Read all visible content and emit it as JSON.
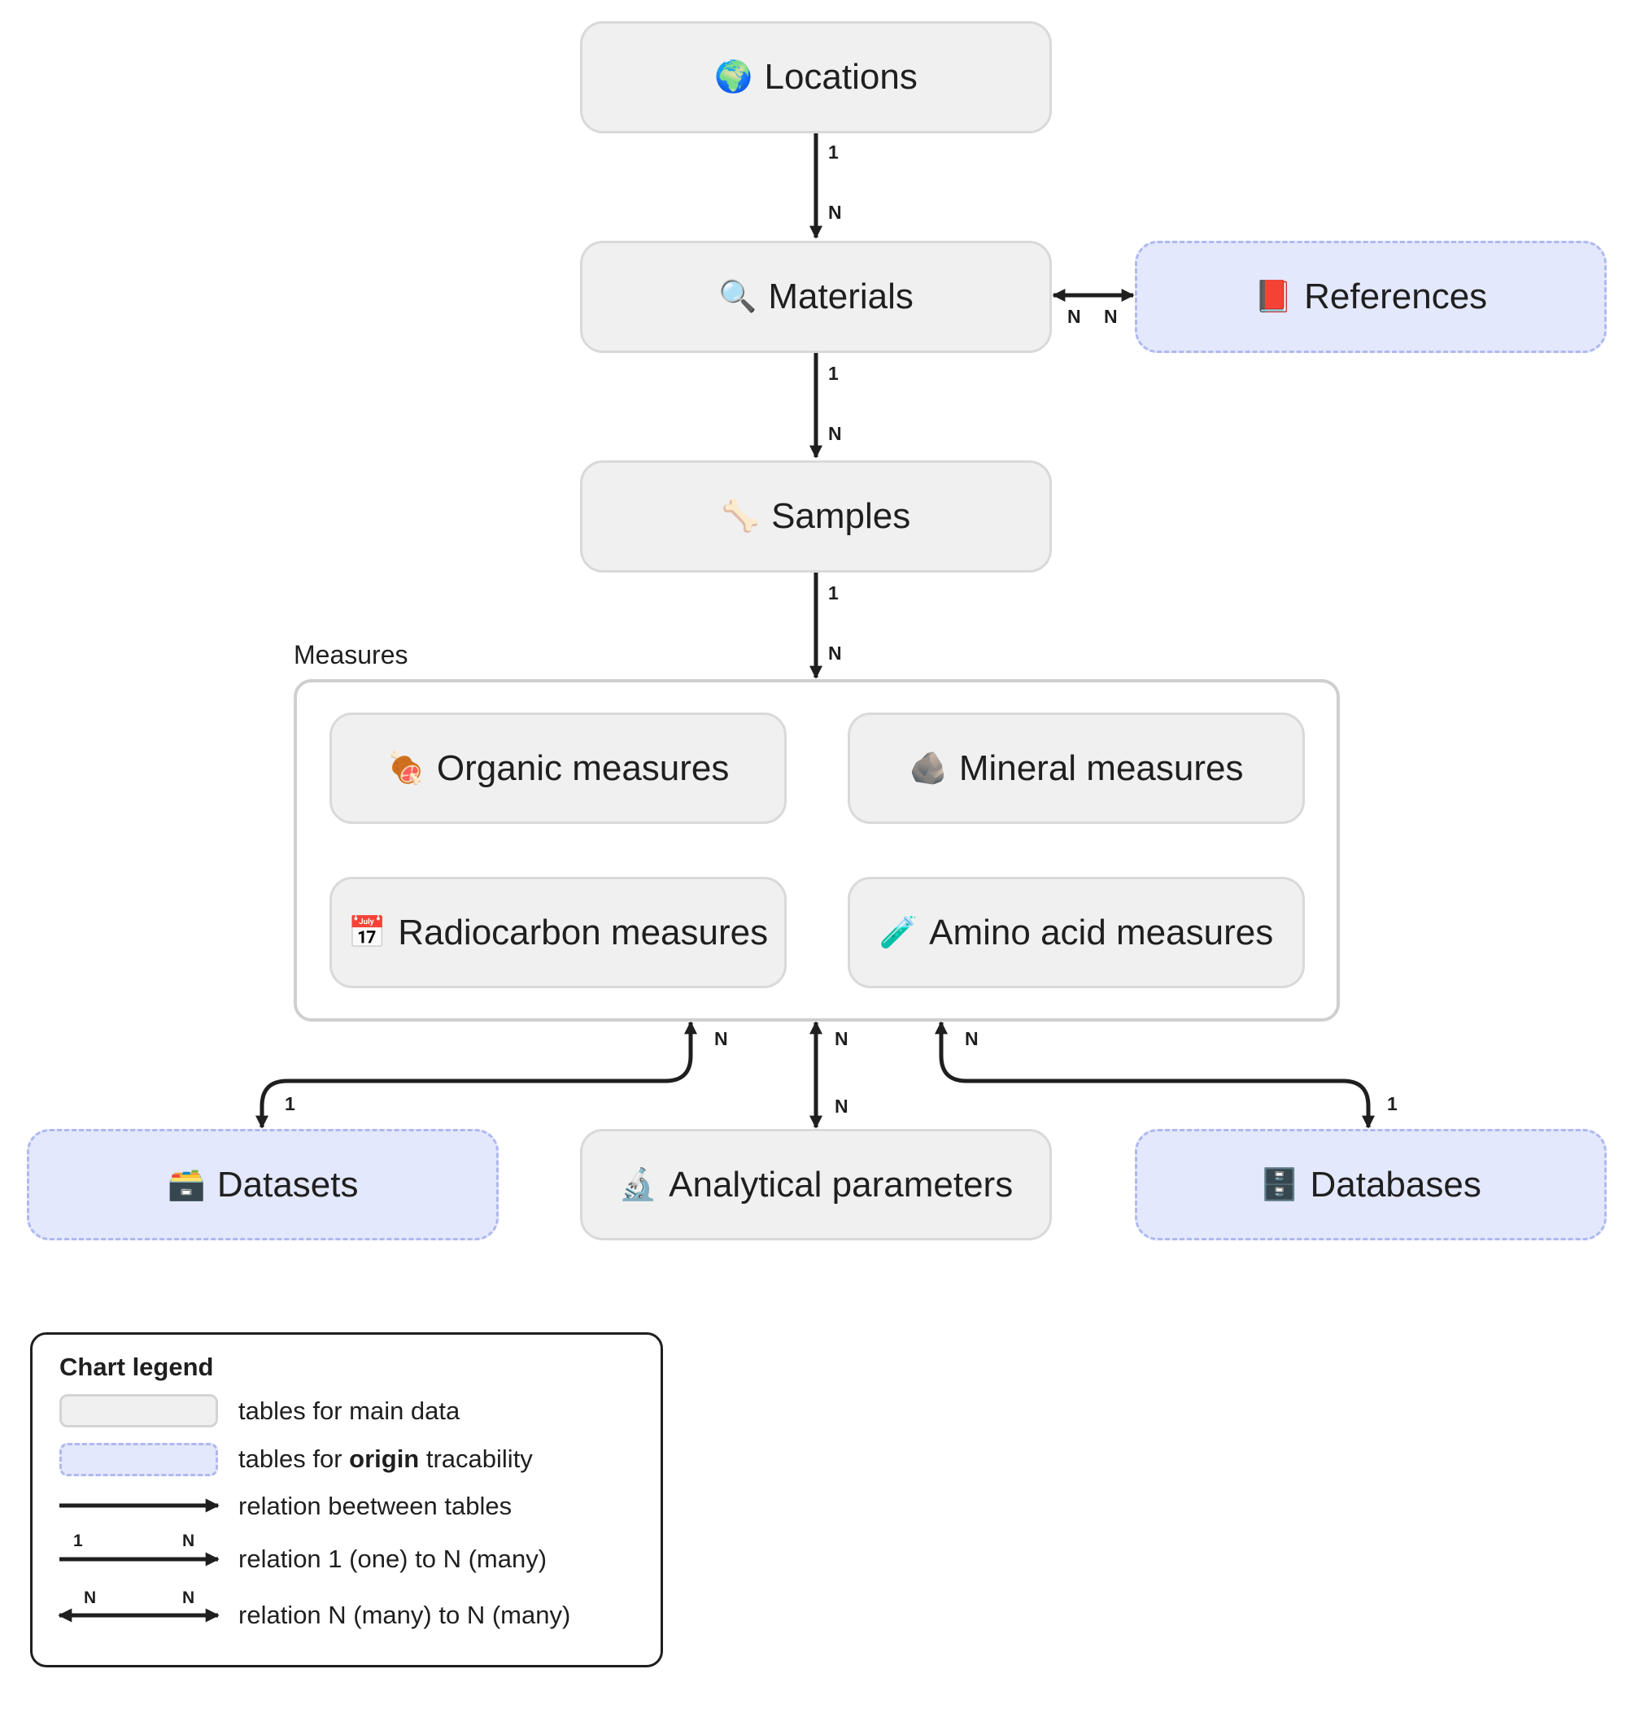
{
  "nodes": {
    "locations": {
      "label": "Locations",
      "icon": "globe-icon",
      "glyph": "🌍"
    },
    "materials": {
      "label": "Materials",
      "icon": "magnifier-icon",
      "glyph": "🔍"
    },
    "references": {
      "label": "References",
      "icon": "book-icon",
      "glyph": "📕"
    },
    "samples": {
      "label": "Samples",
      "icon": "bone-icon",
      "glyph": "🦴"
    },
    "organic": {
      "label": "Organic measures",
      "icon": "meat-icon",
      "glyph": "🍖"
    },
    "mineral": {
      "label": "Mineral measures",
      "icon": "rock-icon",
      "glyph": "🪨"
    },
    "radiocarbon": {
      "label": "Radiocarbon measures",
      "icon": "calendar-icon",
      "glyph": "📅"
    },
    "amino": {
      "label": "Amino acid measures",
      "icon": "test-tube-icon",
      "glyph": "🧪"
    },
    "datasets": {
      "label": "Datasets",
      "icon": "card-index-box-icon",
      "glyph": "🗃️"
    },
    "analytical": {
      "label": "Analytical parameters",
      "icon": "microscope-icon",
      "glyph": "🔬"
    },
    "databases": {
      "label": "Databases",
      "icon": "file-cabinet-icon",
      "glyph": "🗄️"
    }
  },
  "group": {
    "label": "Measures"
  },
  "edges": [
    {
      "from": "Locations",
      "to": "Materials",
      "from_card": "1",
      "to_card": "N"
    },
    {
      "from": "Materials",
      "to": "References",
      "from_card": "N",
      "to_card": "N"
    },
    {
      "from": "Materials",
      "to": "Samples",
      "from_card": "1",
      "to_card": "N"
    },
    {
      "from": "Samples",
      "to": "Measures",
      "from_card": "1",
      "to_card": "N"
    },
    {
      "from": "Measures",
      "to": "Datasets",
      "from_card": "N",
      "to_card": "1"
    },
    {
      "from": "Measures",
      "to": "Analytical parameters",
      "from_card": "N",
      "to_card": "N"
    },
    {
      "from": "Measures",
      "to": "Databases",
      "from_card": "N",
      "to_card": "1"
    }
  ],
  "legend": {
    "title": "Chart legend",
    "main_tables": "tables for main data",
    "origin_prefix": "tables for",
    "origin_bold": "origin",
    "origin_suffix": "tracability",
    "relation": "relation beetween tables",
    "one_to_many": "relation 1 (one) to N (many)",
    "many_to_many": "relation N (many) to N (many)",
    "card_one": "1",
    "card_many": "N"
  },
  "colors": {
    "main_fill": "#f0f0f0",
    "main_border": "#d9d9d9",
    "origin_fill": "#e3e8fc",
    "origin_border": "#aeb9ef",
    "arrow": "#1f1f1f"
  }
}
